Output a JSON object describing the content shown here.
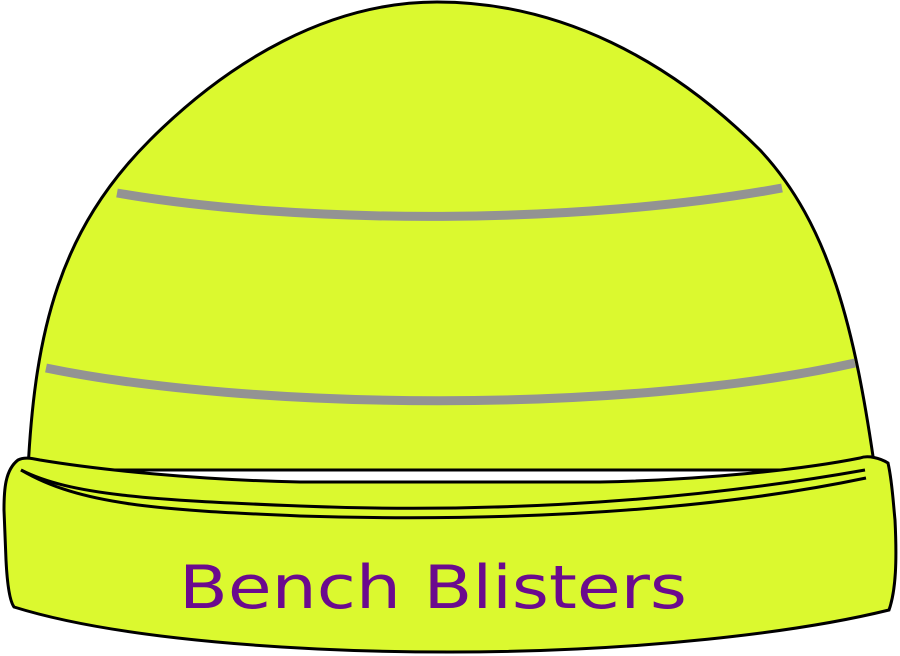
{
  "illustration": {
    "subject": "beanie hat",
    "label_text": "Bench Blisters",
    "colors": {
      "background": "#ffffff",
      "hat_fill": "#dbf92f",
      "outline": "#000000",
      "stripes": "#939393",
      "label": "#6b0a8e"
    },
    "stripes_count": 2
  }
}
